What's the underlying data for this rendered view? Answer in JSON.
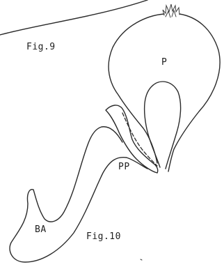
{
  "labels": {
    "fig9": "Fig.9",
    "fig10": "Fig.10",
    "p": "P",
    "pp": "PP",
    "ba": "BA"
  }
}
